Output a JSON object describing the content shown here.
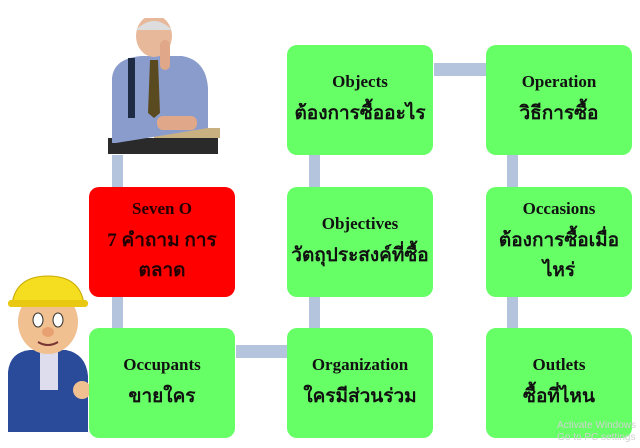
{
  "center": {
    "title": "Seven O",
    "subtitle": "7 คำถาม การตลาด",
    "color": "#ff0000"
  },
  "boxes": [
    {
      "id": "objects",
      "title": "Objects",
      "subtitle": "ต้องการซื้ออะไร"
    },
    {
      "id": "operation",
      "title": "Operation",
      "subtitle": "วิธีการซื้อ"
    },
    {
      "id": "objectives",
      "title": "Objectives",
      "subtitle": "วัตถุประสงค์ที่ซื้อ"
    },
    {
      "id": "occasions",
      "title": "Occasions",
      "subtitle": "ต้องการซื้อเมื่อไหร่"
    },
    {
      "id": "occupants",
      "title": "Occupants",
      "subtitle": "ขายใคร"
    },
    {
      "id": "organization",
      "title": "Organization",
      "subtitle": "ใครมีส่วนร่วม"
    },
    {
      "id": "outlets",
      "title": "Outlets",
      "subtitle": "ซื้อที่ไหน"
    }
  ],
  "colors": {
    "box": "#66ff66",
    "connector": "#b4c4dc"
  },
  "images": [
    "professor-photo",
    "construction-worker-cartoon"
  ],
  "watermark": {
    "line1": "Activate Windows",
    "line2": "Go to PC settings"
  }
}
